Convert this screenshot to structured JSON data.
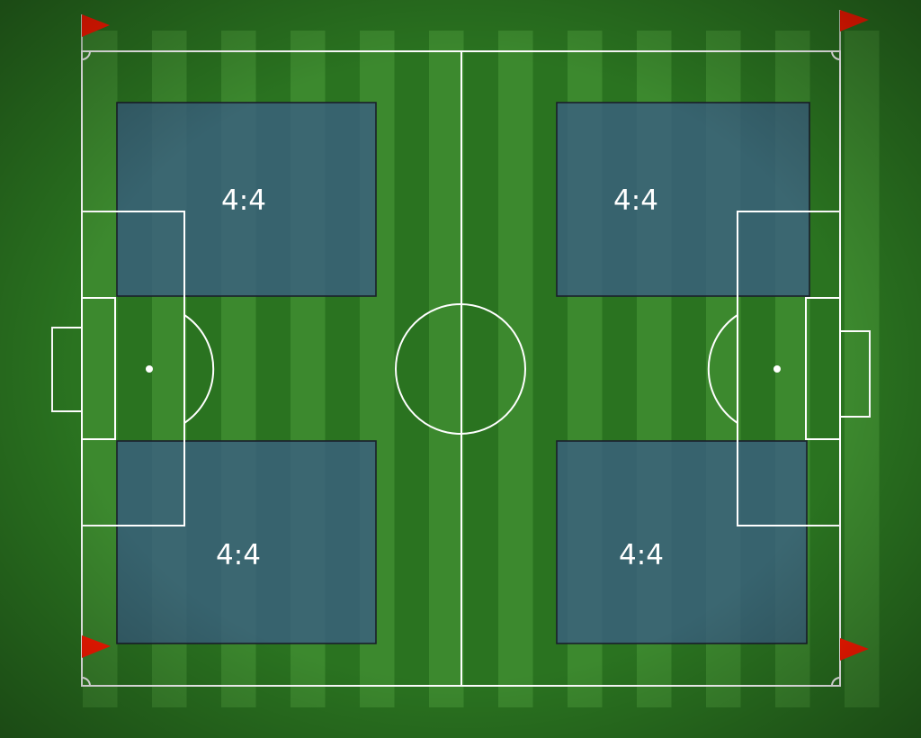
{
  "colors": {
    "grass_dark": "#2a7320",
    "grass_light": "#4a9a3a",
    "line": "#ffffff",
    "zone_fill": "#3a5f80",
    "zone_stroke": "#1a1f2a",
    "flag": "#ff1a00"
  },
  "zones": [
    {
      "id": "top-left",
      "label": "4:4"
    },
    {
      "id": "top-right",
      "label": "4:4"
    },
    {
      "id": "bottom-left",
      "label": "4:4"
    },
    {
      "id": "bottom-right",
      "label": "4:4"
    }
  ],
  "flags": [
    "top-left",
    "top-right",
    "bottom-left",
    "bottom-right"
  ]
}
